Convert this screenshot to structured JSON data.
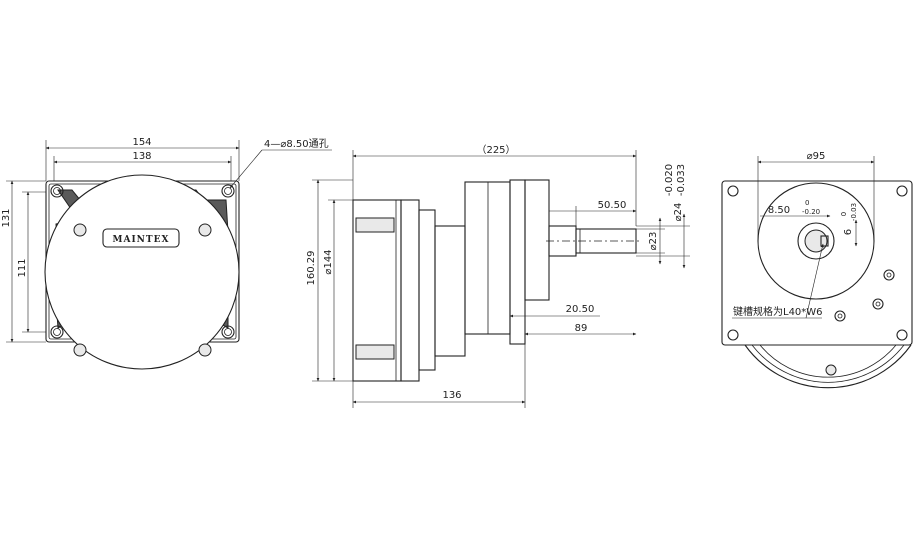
{
  "brand_plate": "MAINTEX",
  "front_view": {
    "width_outer": "154",
    "width_inner": "138",
    "height_outer": "131",
    "height_inner": "111",
    "hole_callout": "4—⌀8.50通孔"
  },
  "side_view": {
    "total_length": "（225）",
    "body_length": "136",
    "height": "160.29",
    "body_diameter": "⌀144",
    "shaft_length": "50.50",
    "shaft_diameter": "⌀23",
    "pilot_diameter": "⌀24",
    "pilot_tol_upper": "-0.020",
    "pilot_tol_lower": "-0.033",
    "flange_offset": "20.50",
    "flange_to_end": "89"
  },
  "end_view": {
    "pilot_circle": "⌀95",
    "key_width": "8.50",
    "key_width_tol_upper": "0",
    "key_width_tol_lower": "-0.20",
    "key_depth": "6",
    "key_depth_tol_upper": "0",
    "key_depth_tol_lower": "-0.03",
    "keyway_note": "键槽规格为L40*W6"
  }
}
